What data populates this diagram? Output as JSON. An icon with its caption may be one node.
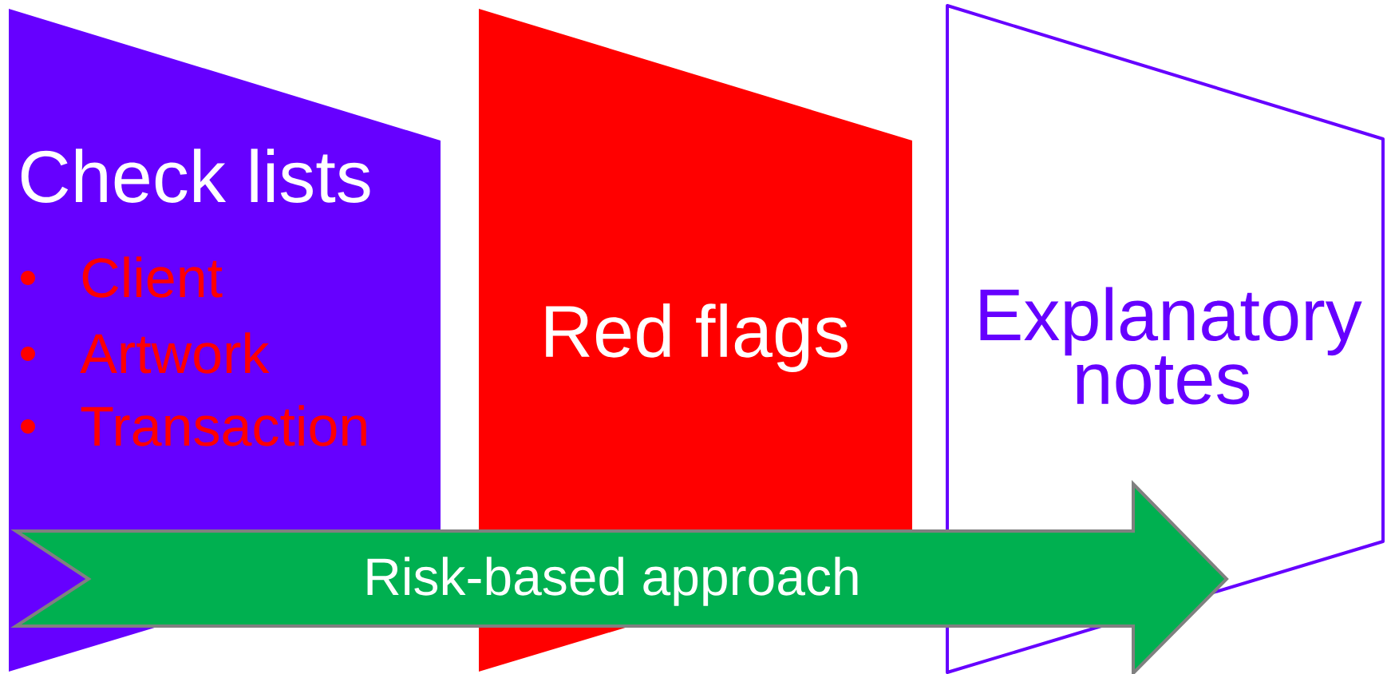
{
  "diagram": {
    "nodes": [
      {
        "text": [
          "Check lists",
          "Client",
          "Artwork",
          "Transaction"
        ]
      },
      {
        "text": [
          "Red flags"
        ]
      },
      {
        "text": [
          "Explanatory notes"
        ]
      },
      {
        "text": [
          "Risk-based approach"
        ]
      }
    ]
  }
}
